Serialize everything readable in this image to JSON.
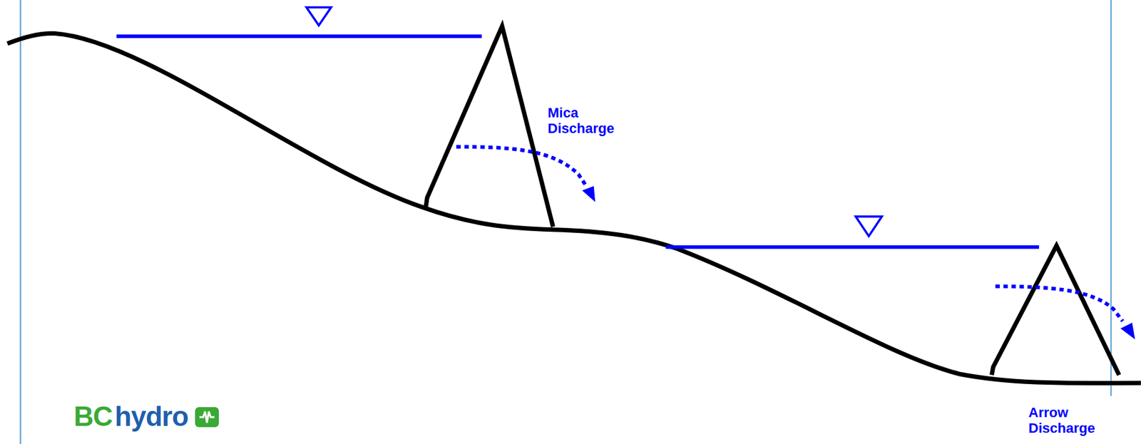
{
  "diagram": {
    "labels": [
      "Mica Discharge",
      "Arrow Discharge",
      "BC",
      "hydro"
    ]
  }
}
